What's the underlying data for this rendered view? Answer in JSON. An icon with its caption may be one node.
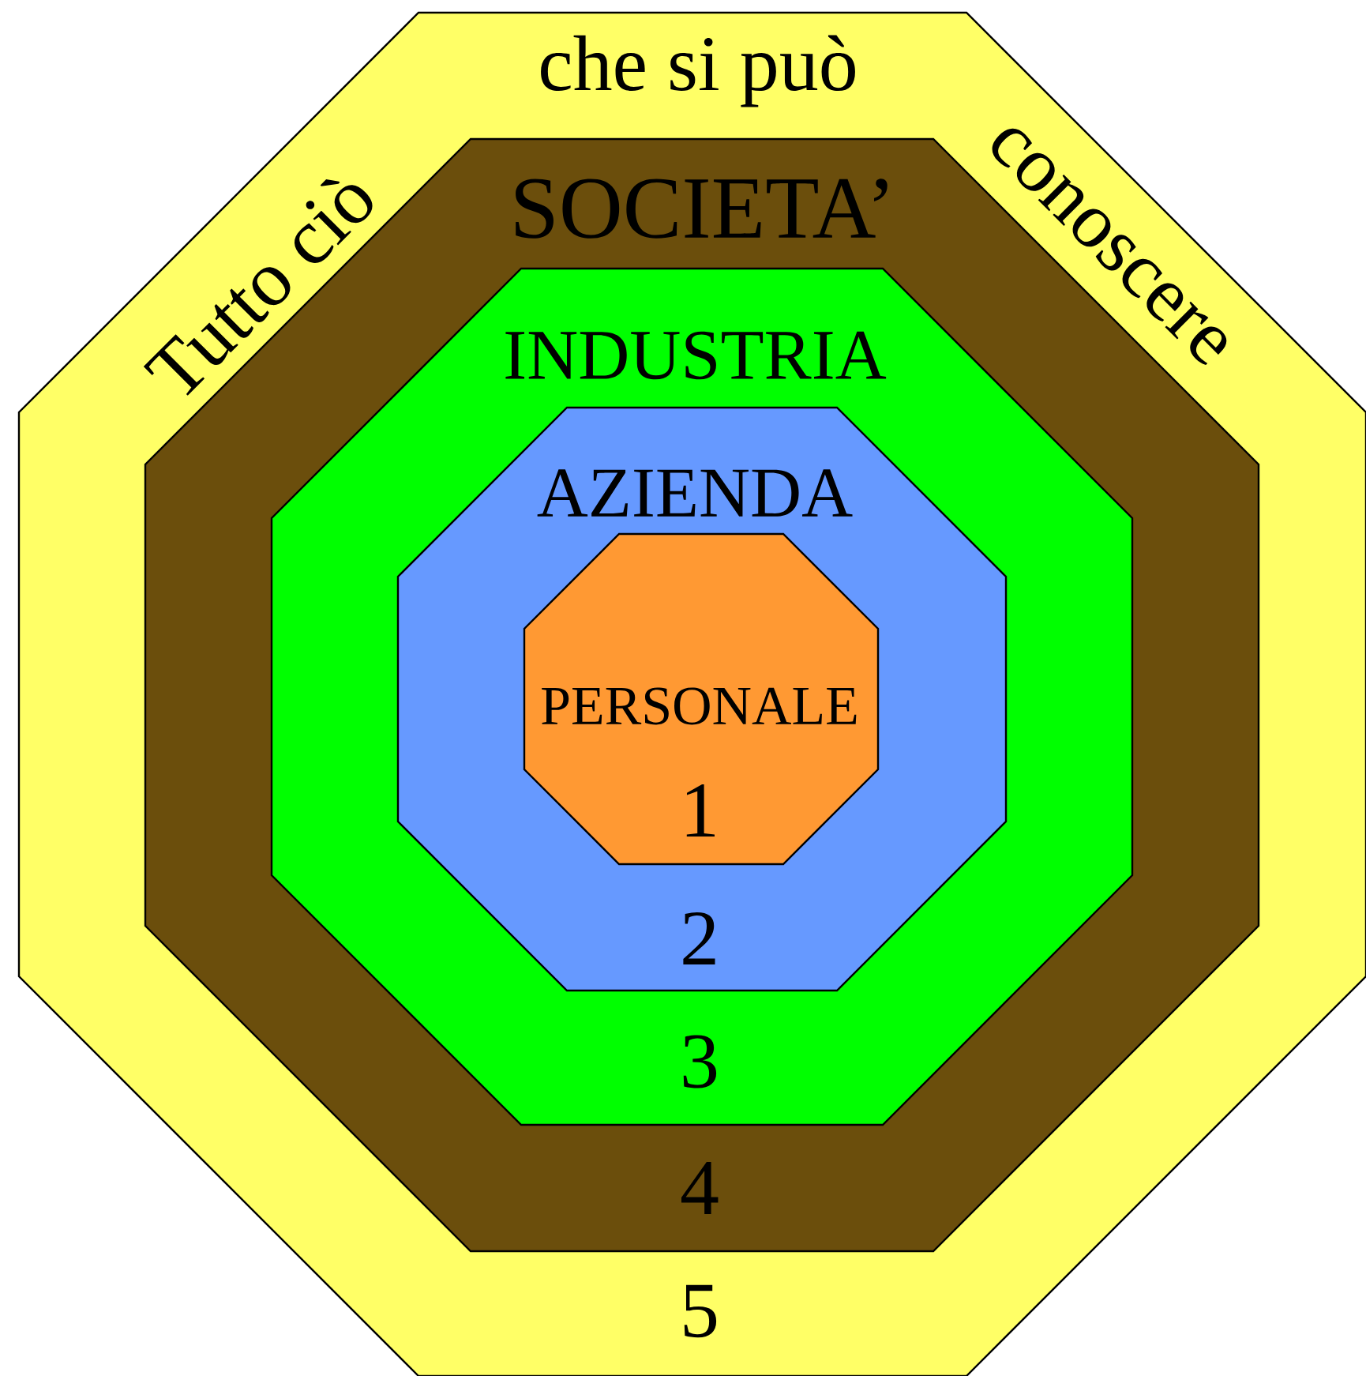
{
  "diagram": {
    "nodes": [
      {
        "text": [
          "Tutto ciò",
          "che si può",
          "conoscere",
          "5"
        ]
      },
      {
        "text": [
          "SOCIETA’",
          "4"
        ],
        "in": 0
      },
      {
        "text": [
          "INDUSTRIA",
          "3"
        ],
        "in": 1
      },
      {
        "text": [
          "AZIENDA",
          "2"
        ],
        "in": 2
      },
      {
        "text": [
          "PERSONALE",
          "1"
        ],
        "in": 3
      }
    ]
  }
}
